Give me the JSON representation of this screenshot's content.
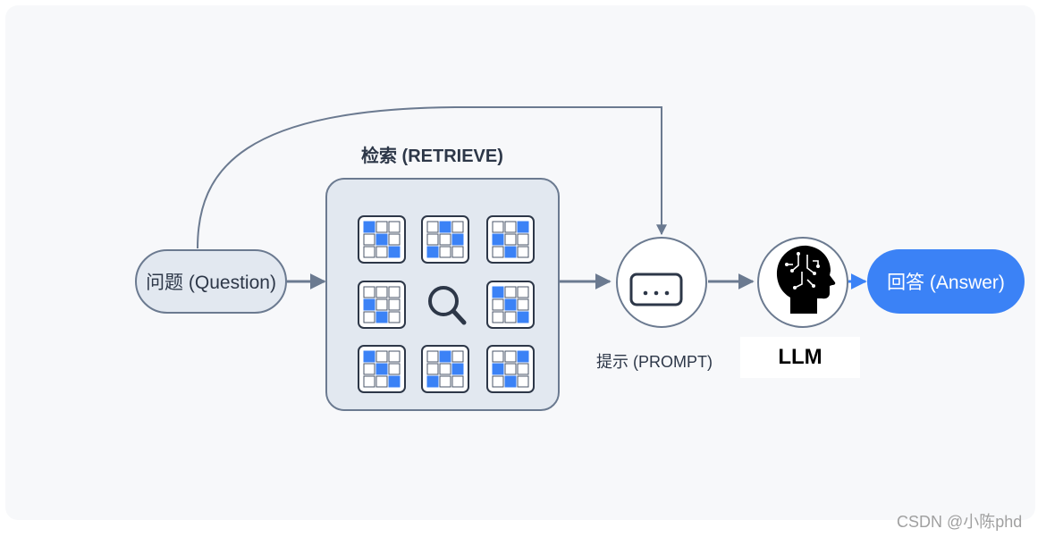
{
  "nodes": {
    "question": "问题 (Question)",
    "retrieve_title": "检索 (RETRIEVE)",
    "prompt": "提示 (PROMPT)",
    "llm": "LLM",
    "answer": "回答 (Answer)"
  },
  "icons": {
    "center": "search-icon",
    "grid": "document-grid-icon",
    "prompt": "chat-bubble-icon",
    "llm": "ai-head-icon"
  },
  "colors": {
    "accent": "#3b82f6",
    "stroke": "#6b7a90",
    "panel_fill": "#e2e8f0",
    "text": "#2d3748"
  },
  "watermark": "CSDN @小陈phd"
}
